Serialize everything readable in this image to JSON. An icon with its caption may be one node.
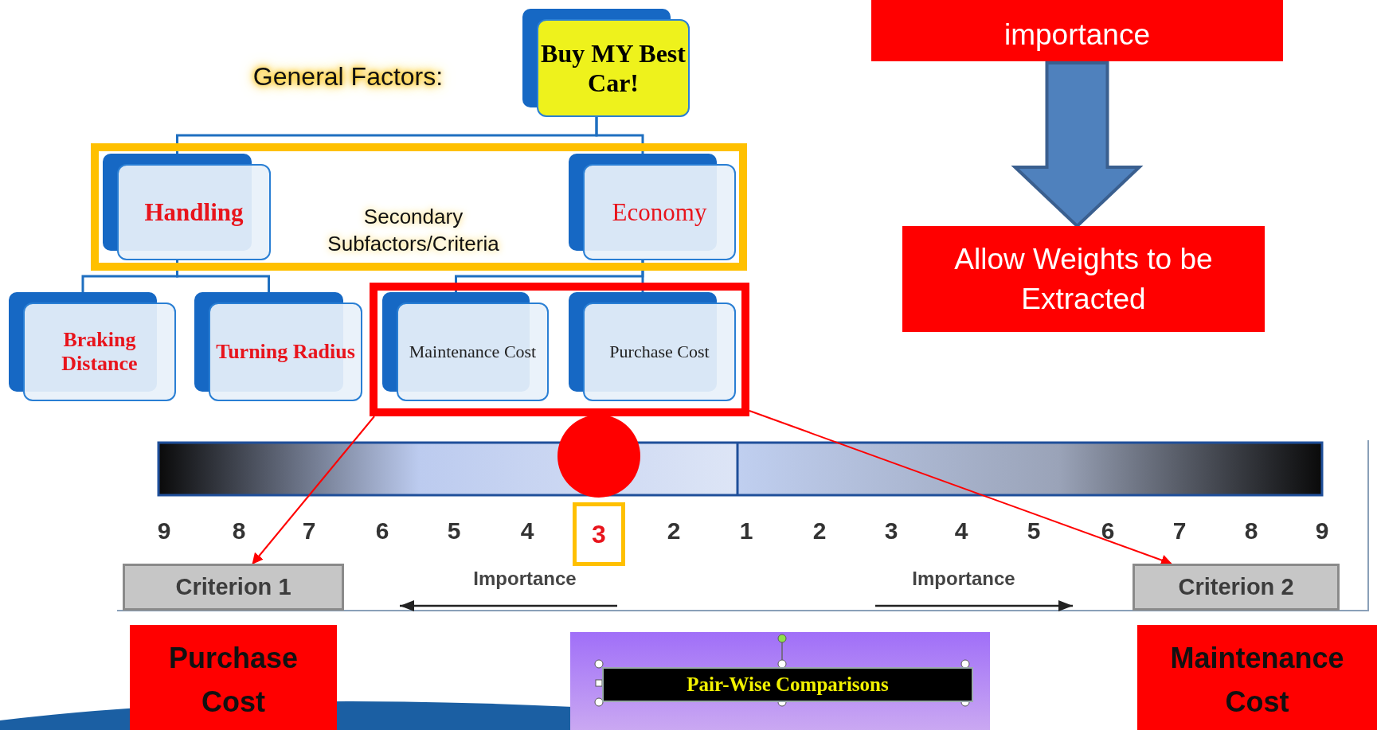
{
  "diagram": {
    "nodes": [
      {
        "text": [
          "importance"
        ]
      },
      {
        "text": [
          "Allow Weights to be Extracted"
        ]
      },
      {
        "text": [
          "Buy MY Best Car!"
        ]
      },
      {
        "text": [
          "Secondary Subfactors/Criteria"
        ]
      },
      {
        "text": [
          "Handling"
        ],
        "in": 3
      },
      {
        "text": [
          "Economy"
        ],
        "in": 3
      },
      {
        "text": [
          "Braking Distance"
        ]
      },
      {
        "text": [
          "Turning Radius"
        ]
      },
      {
        "text": [],
        "shape": "box"
      },
      {
        "text": [
          "Maintenance Cost"
        ],
        "in": 8
      },
      {
        "text": [
          "Purchase Cost"
        ],
        "in": 8
      },
      {
        "text": [
          "3"
        ]
      },
      {
        "text": [
          "Criterion 1"
        ]
      },
      {
        "text": [
          "Criterion 2"
        ]
      },
      {
        "text": [
          "Purchase Cost"
        ]
      },
      {
        "text": [],
        "shape": "box"
      },
      {
        "text": [
          "Pair-Wise Comparisons"
        ],
        "in": 15
      },
      {
        "text": [
          "Maintenance Cost"
        ]
      },
      {
        "text": [],
        "shape": "circle"
      }
    ],
    "edges": [
      {
        "from": 0,
        "to": 1,
        "arrow": "to",
        "style": "thick",
        "color": "#4f81bd"
      },
      {
        "from": 2,
        "to": 4,
        "arrow": "none"
      },
      {
        "from": 2,
        "to": 5,
        "arrow": "none"
      },
      {
        "from": 4,
        "to": 6,
        "arrow": "none"
      },
      {
        "from": 4,
        "to": 7,
        "arrow": "none"
      },
      {
        "from": 5,
        "to": 9,
        "arrow": "none"
      },
      {
        "from": 5,
        "to": 10,
        "arrow": "none"
      },
      {
        "from": 8,
        "to": 12,
        "arrow": "to",
        "color": "#ff0000"
      },
      {
        "from": 8,
        "to": 13,
        "arrow": "to",
        "color": "#ff0000"
      }
    ],
    "labels": [
      "General Factors:",
      "9",
      "8",
      "7",
      "6",
      "5",
      "4",
      "2",
      "1",
      "2",
      "3",
      "4",
      "5",
      "6",
      "7",
      "8",
      "9",
      "Importance",
      "Importance"
    ]
  }
}
